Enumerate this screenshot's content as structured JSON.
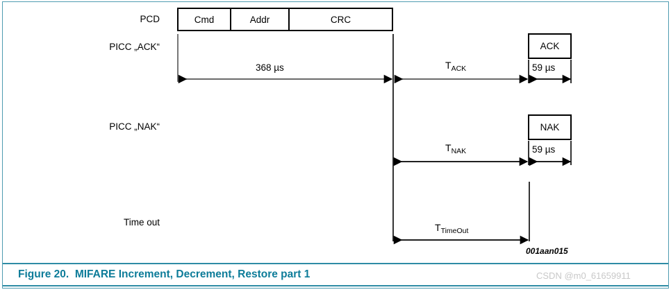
{
  "figure": {
    "caption_number": "Figure 20.",
    "caption_title": "MIFARE Increment, Decrement, Restore part 1",
    "art_code": "001aan015",
    "watermark": "CSDN @m0_61659911",
    "accent_color": "#0d7c99",
    "border_color": "#4e9bb0",
    "line_color": "#000000"
  },
  "rows": [
    {
      "label": "PCD"
    },
    {
      "label": "PICC „ACK“"
    },
    {
      "label": "PICC „NAK“"
    },
    {
      "label": "Time out"
    }
  ],
  "pcd_frame": {
    "fields": [
      {
        "label": "Cmd"
      },
      {
        "label": "Addr"
      },
      {
        "label": "CRC"
      }
    ]
  },
  "responses": [
    {
      "label": "ACK"
    },
    {
      "label": "NAK"
    }
  ],
  "measurements": [
    {
      "name": "frame-duration",
      "text": "368 µs"
    },
    {
      "name": "t-ack",
      "symbol": "T",
      "subscript": "ACK"
    },
    {
      "name": "ack-duration",
      "text": "59 µs"
    },
    {
      "name": "t-nak",
      "symbol": "T",
      "subscript": "NAK"
    },
    {
      "name": "nak-duration",
      "text": "59 µs"
    },
    {
      "name": "t-timeout",
      "symbol": "T",
      "subscript": "TimeOut"
    }
  ]
}
